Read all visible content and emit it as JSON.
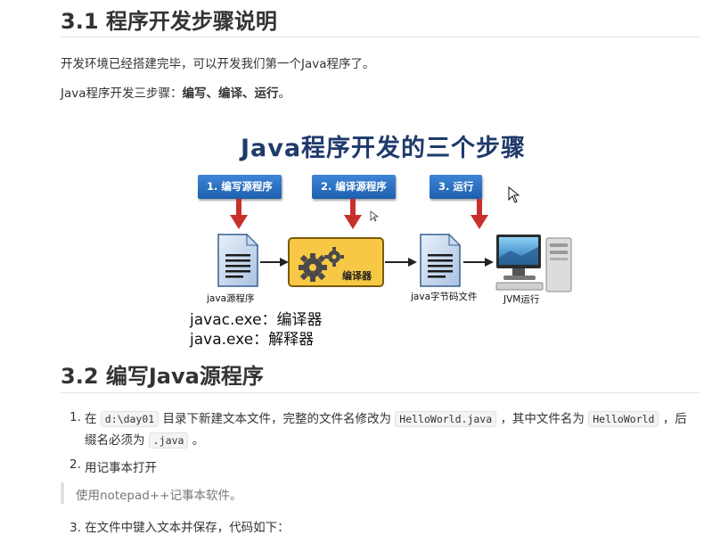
{
  "section1": {
    "heading": "3.1 程序开发步骤说明",
    "para1": "开发环境已经搭建完毕，可以开发我们第一个Java程序了。",
    "para2_prefix": "Java程序开发三步骤：",
    "para2_bold": "编写、编译、运行",
    "para2_suffix": "。"
  },
  "figure": {
    "title": "Java程序开发的三个步骤",
    "steps": [
      "1. 编写源程序",
      "2. 编译源程序",
      "3. 运行"
    ],
    "labels": {
      "source": "java源程序",
      "compiler": "编译器",
      "bytecode": "java字节码文件",
      "jvm": "JVM运行"
    },
    "commands": [
      "javac.exe：编译器",
      "java.exe：解释器"
    ],
    "colors": {
      "step_box": "#2a6fc0",
      "arrow": "#c8312b",
      "compiler_box": "#f7c845",
      "title": "#1f3a6b"
    }
  },
  "section2": {
    "heading": "3.2 编写Java源程序",
    "item1": {
      "num": "1.",
      "t1": "在",
      "c1": "d:\\day01",
      "t2": "目录下新建文本文件，完整的文件名修改为",
      "c2": "HelloWorld.java",
      "t3": "，其中文件名为",
      "c3": "HelloWorld",
      "t4": "，后",
      "t5": "缀名必须为",
      "c4": ".java",
      "t6": "。"
    },
    "item2": {
      "num": "2.",
      "text": "用记事本打开"
    },
    "quote": "使用notepad++记事本软件。",
    "item3_partial": "3. 在文件中键入文本并保存，代码如下："
  }
}
